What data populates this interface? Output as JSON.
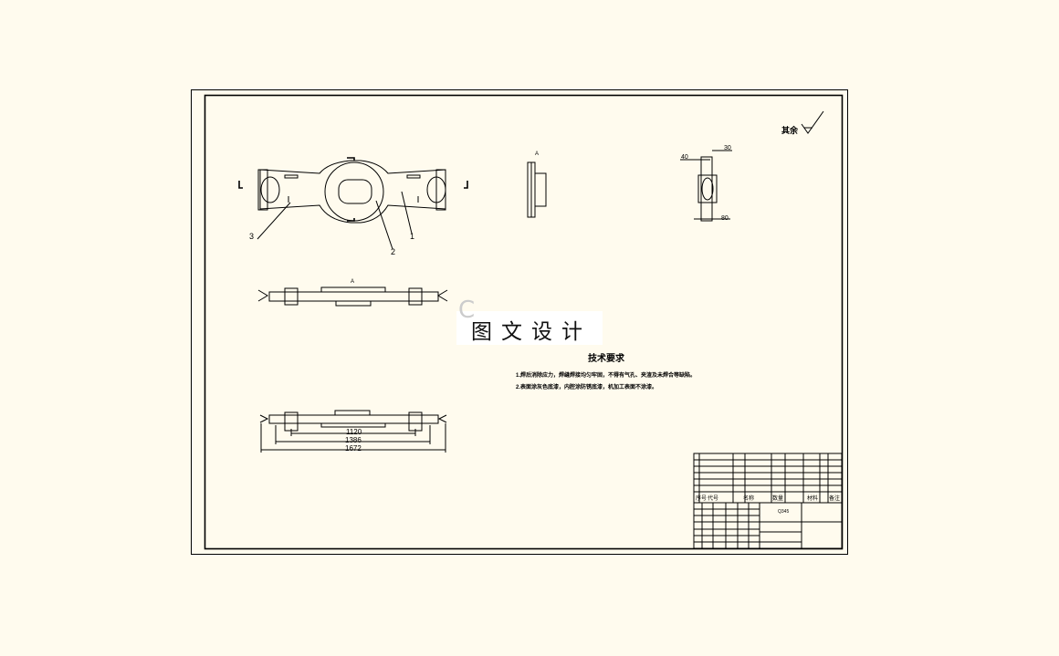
{
  "drawing": {
    "roughness_note": "其余",
    "part_labels": [
      "1",
      "2",
      "3"
    ],
    "section_marks": [
      "A",
      "A"
    ],
    "dimensions": {
      "bottom_view": [
        "1120",
        "1386",
        "1672"
      ],
      "side_view": [
        "30",
        "40",
        "80"
      ]
    },
    "tech_requirements": {
      "title": "技术要求",
      "items": [
        "1.焊后消除应力，焊缝焊接均匀牢固，不得有气孔、夹渣及未焊合等缺陷。",
        "2.表面涂灰色底漆，内腔涂防锈底漆，机加工表面不涂漆。"
      ]
    },
    "title_block": {
      "material": "Q345",
      "labels": [
        "序号",
        "代号",
        "名称",
        "数量",
        "材料",
        "备注"
      ]
    }
  },
  "watermark": "图文设计",
  "colors": {
    "background": "#fffbee",
    "lines": "#000000"
  }
}
